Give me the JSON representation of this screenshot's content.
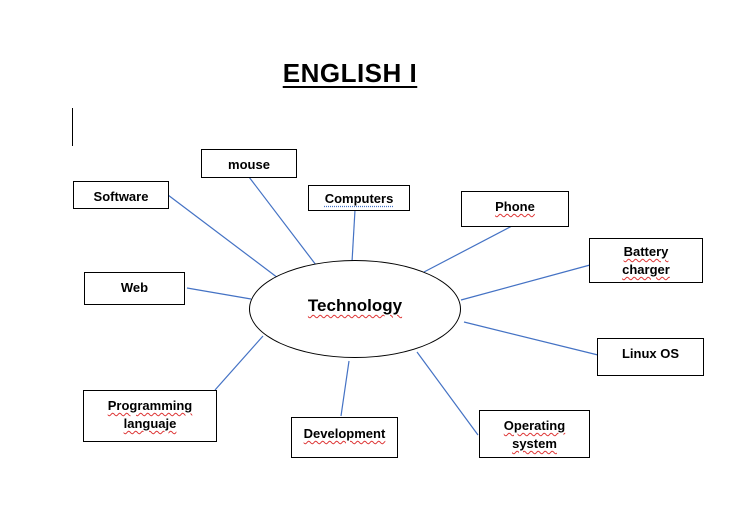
{
  "document": {
    "title": "ENGLISH I"
  },
  "mindmap": {
    "center": "Technology",
    "nodes": {
      "mouse": "mouse",
      "software": "Software",
      "computers": "Computers",
      "phone": "Phone",
      "battery_line1": "Battery",
      "battery_line2": "charger",
      "web": "Web",
      "linux": "Linux OS",
      "programming_line1": "Programming",
      "programming_line2": "languaje",
      "development": "Development",
      "os_line1": "Operating",
      "os_line2": "system"
    }
  },
  "colors": {
    "connector": "#4472C4",
    "spellcheck_underline": "#dd3333"
  }
}
